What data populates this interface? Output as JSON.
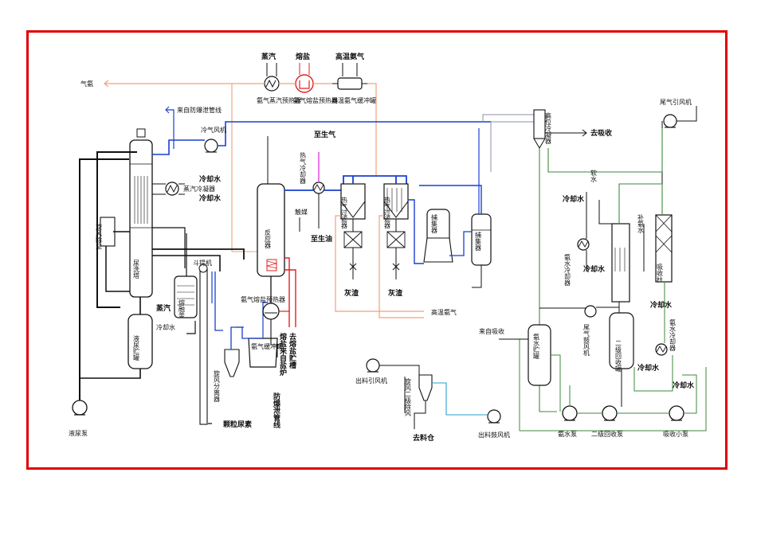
{
  "colors": {
    "frame": "#e00000",
    "line_main": "#111111",
    "line_blue": "#1a3fd0",
    "line_orange": "#f2a07a",
    "line_red": "#e02020",
    "line_green": "#3d8a3d",
    "line_magenta": "#e040e0",
    "line_cyan": "#2aa0d0",
    "line_gray": "#8a93a6"
  },
  "labels": {
    "steam_top": "蒸汽",
    "molten_salt_top": "熔盐",
    "hot_ammonia_top": "高温氨气",
    "ammonia_gas": "气氨",
    "nh3_steam_preheater": "氨气蒸汽预热器",
    "nh3_salt_preheater": "氨气熔盐预热器",
    "hot_ammonia_buffer": "高温氨气缓冲罐",
    "from_anti_explosion": "来自防爆泄管线",
    "cold_air_fan": "冷气风机",
    "cooling_water_1": "冷却水",
    "steam_condenser": "蒸汽冷凝器",
    "cooling_water_2": "冷却水",
    "cyclone_fan": "旋风除尘",
    "scrubber": "尿洗塔",
    "urea_tank": "液尿贮罐",
    "urea_pump": "液尿泵",
    "bucket_elevator": "斗提机",
    "melter": "熔融釜",
    "steam_mid": "蒸汽",
    "cooling_water_mid": "冷却水",
    "product_to": "颗粒尿素",
    "cyclone_sep": "旋风分离器",
    "ammonia_buffer_tank": "氨气缓冲罐",
    "nh3_salt_preheat_2": "氨气熔盐预热器",
    "from_salt_furnace": "熔盐来自盐炉",
    "to_salt_tank": "去熔盐贮槽",
    "anti_explosion_line": "防爆泄管线",
    "to_steam_gen": "至生气",
    "hot_air_cooler": "热气冷却器",
    "to_steam_oil": "至生油",
    "catalyst": "触媒",
    "reactor": "反应器",
    "hot_filter_1": "热气过滤器",
    "hot_filter_2": "热气过滤器",
    "ash_1": "灰渣",
    "ash_2": "灰渣",
    "receiver": "捕集器",
    "collector": "捕集器",
    "hot_ammonia_bottom": "高温氨气",
    "from_absorption": "来自吸收",
    "discharge_fan": "出料引风机",
    "cyclone_2": "旋风二级除风",
    "to_silo": "去料仓",
    "outlet_fan": "出料鼓风机",
    "high_pos_separator": "高位冷凝器",
    "to_absorb": "去吸收",
    "tail_fan": "尾气引风机",
    "soft_water": "软水",
    "cooling_water_r1": "冷却水",
    "ammonia_cooler": "氨水冷却器",
    "cooling_water_r2": "冷却水",
    "wash_water": "补氨水",
    "absorber": "吸收柱",
    "ammonia_tank": "氨水贮罐",
    "recycle_fan": "尾气鼓风机",
    "stage2_tank": "二级回收罐",
    "cooling_water_r3": "冷却水",
    "cooling_water_r4": "冷却水",
    "ammonia_cooler_2": "氨水冷却器",
    "ammonia_pump": "氨水泵",
    "stage2_pump": "二级回收泵",
    "absorb_pump": "吸收小泵",
    "cooling_water_r5": "冷却水"
  }
}
